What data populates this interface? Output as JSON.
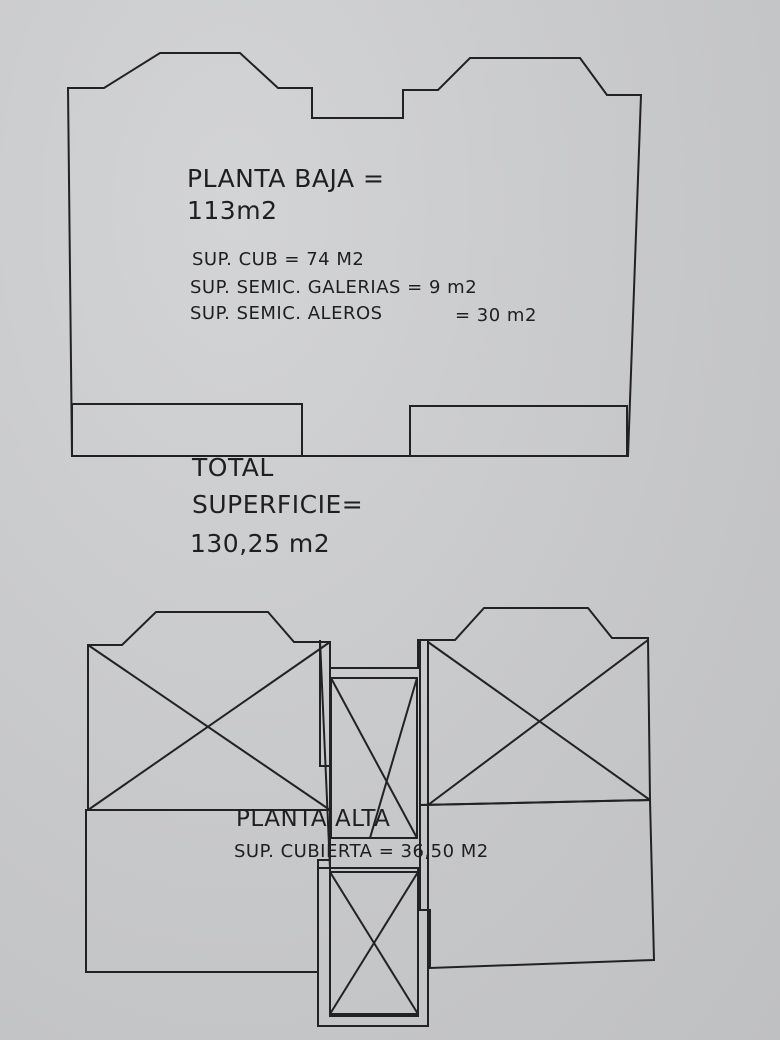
{
  "planta_baja": {
    "title": "PLANTA BAJA =",
    "area": "113m2",
    "sup_cub": "SUP. CUB = 74 M2",
    "sup_galerias": "SUP. SEMIC. GALERIAS = 9 m2",
    "sup_aleros_label": "SUP. SEMIC. ALEROS",
    "sup_aleros_value": "= 30 m2"
  },
  "total": {
    "line1": "TOTAL",
    "line2": "SUPERFICIE=",
    "line3": "130,25 m2"
  },
  "planta_alta": {
    "title": "PLANTA ALTA",
    "sup_cubierta": "SUP. CUBIERTA = 36,50 M2"
  },
  "colors": {
    "paper": "#c9cacc",
    "ink": "#1f1f1f"
  }
}
